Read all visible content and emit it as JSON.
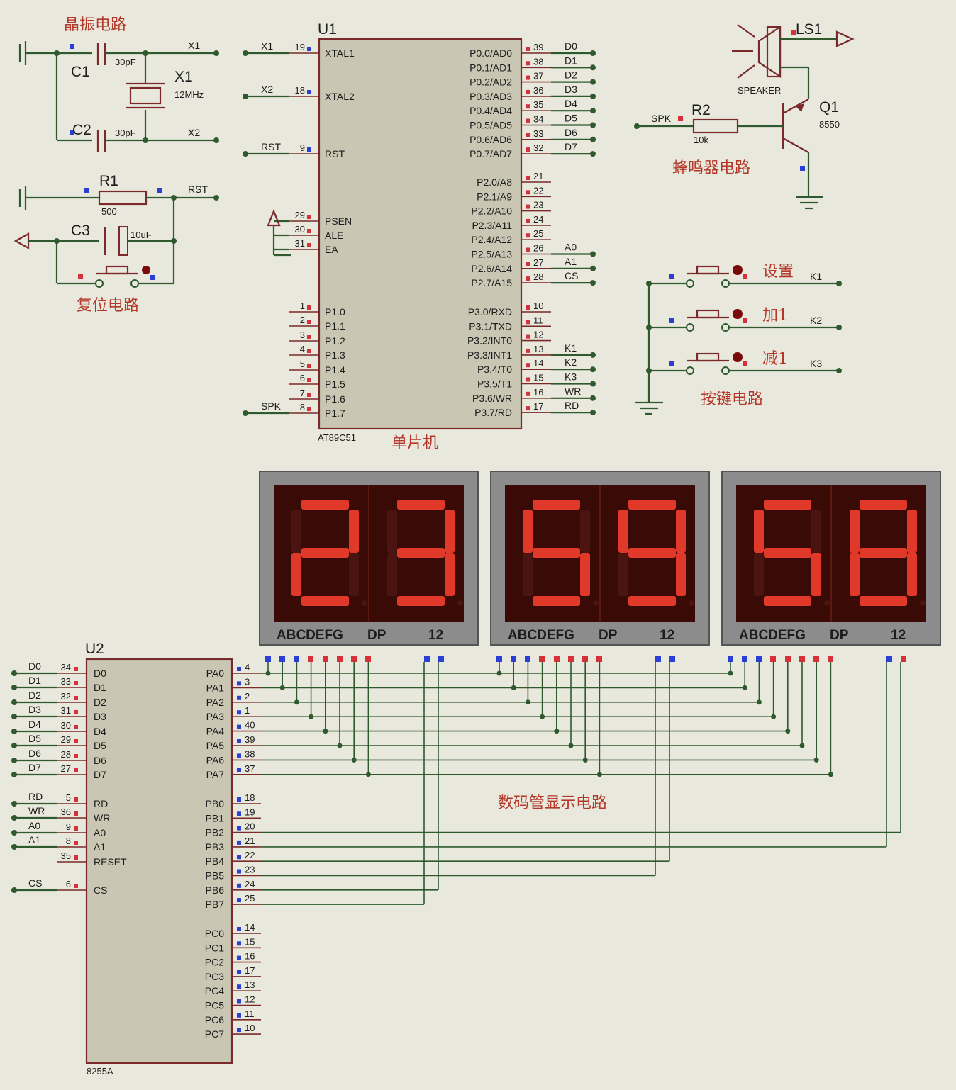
{
  "section_labels": {
    "crystal": "晶振电路",
    "reset": "复位电路",
    "mcu": "单片机",
    "buzzer": "蜂鸣器电路",
    "keys": "按键电路",
    "display": "数码管显示电路"
  },
  "crystal": {
    "c1": {
      "name": "C1",
      "value": "30pF"
    },
    "c2": {
      "name": "C2",
      "value": "30pF"
    },
    "x1": {
      "name": "X1",
      "value": "12MHz"
    },
    "net_top": "X1",
    "net_bottom": "X2"
  },
  "reset": {
    "r1": {
      "name": "R1",
      "value": "500"
    },
    "c3": {
      "name": "C3",
      "value": "10uF"
    },
    "net": "RST"
  },
  "u1": {
    "ref": "U1",
    "part": "AT89C51",
    "left_pins": [
      {
        "num": "19",
        "name": "XTAL1",
        "net": "X1"
      },
      {
        "num": "18",
        "name": "XTAL2",
        "net": "X2"
      },
      {
        "num": "9",
        "name": "RST",
        "net": "RST"
      },
      {
        "num": "29",
        "name": "PSEN",
        "net": ""
      },
      {
        "num": "30",
        "name": "ALE",
        "net": ""
      },
      {
        "num": "31",
        "name": "EA",
        "net": ""
      },
      {
        "num": "1",
        "name": "P1.0",
        "net": ""
      },
      {
        "num": "2",
        "name": "P1.1",
        "net": ""
      },
      {
        "num": "3",
        "name": "P1.2",
        "net": ""
      },
      {
        "num": "4",
        "name": "P1.3",
        "net": ""
      },
      {
        "num": "5",
        "name": "P1.4",
        "net": ""
      },
      {
        "num": "6",
        "name": "P1.5",
        "net": ""
      },
      {
        "num": "7",
        "name": "P1.6",
        "net": ""
      },
      {
        "num": "8",
        "name": "P1.7",
        "net": "SPK"
      }
    ],
    "right_pins": [
      {
        "num": "39",
        "name": "P0.0/AD0",
        "net": "D0"
      },
      {
        "num": "38",
        "name": "P0.1/AD1",
        "net": "D1"
      },
      {
        "num": "37",
        "name": "P0.2/AD2",
        "net": "D2"
      },
      {
        "num": "36",
        "name": "P0.3/AD3",
        "net": "D3"
      },
      {
        "num": "35",
        "name": "P0.4/AD4",
        "net": "D4"
      },
      {
        "num": "34",
        "name": "P0.5/AD5",
        "net": "D5"
      },
      {
        "num": "33",
        "name": "P0.6/AD6",
        "net": "D6"
      },
      {
        "num": "32",
        "name": "P0.7/AD7",
        "net": "D7"
      },
      {
        "num": "21",
        "name": "P2.0/A8",
        "net": ""
      },
      {
        "num": "22",
        "name": "P2.1/A9",
        "net": ""
      },
      {
        "num": "23",
        "name": "P2.2/A10",
        "net": ""
      },
      {
        "num": "24",
        "name": "P2.3/A11",
        "net": ""
      },
      {
        "num": "25",
        "name": "P2.4/A12",
        "net": ""
      },
      {
        "num": "26",
        "name": "P2.5/A13",
        "net": "A0"
      },
      {
        "num": "27",
        "name": "P2.6/A14",
        "net": "A1"
      },
      {
        "num": "28",
        "name": "P2.7/A15",
        "net": "CS"
      },
      {
        "num": "10",
        "name": "P3.0/RXD",
        "net": ""
      },
      {
        "num": "11",
        "name": "P3.1/TXD",
        "net": ""
      },
      {
        "num": "12",
        "name": "P3.2/INT0",
        "net": ""
      },
      {
        "num": "13",
        "name": "P3.3/INT1",
        "net": "K1"
      },
      {
        "num": "14",
        "name": "P3.4/T0",
        "net": "K2"
      },
      {
        "num": "15",
        "name": "P3.5/T1",
        "net": "K3"
      },
      {
        "num": "16",
        "name": "P3.6/WR",
        "net": "WR"
      },
      {
        "num": "17",
        "name": "P3.7/RD",
        "net": "RD"
      }
    ]
  },
  "buzzer": {
    "ls1": {
      "name": "LS1",
      "value": "SPEAKER"
    },
    "r2": {
      "name": "R2",
      "value": "10k"
    },
    "q1": {
      "name": "Q1",
      "value": "8550"
    },
    "net": "SPK"
  },
  "keys": [
    {
      "label": "设置",
      "net": "K1"
    },
    {
      "label": "加1",
      "net": "K2"
    },
    {
      "label": "减1",
      "net": "K3"
    }
  ],
  "displays": [
    {
      "digits": [
        "2",
        "3"
      ],
      "segment_label": "ABCDEFG",
      "dp_label": "DP",
      "common_label": "12"
    },
    {
      "digits": [
        "5",
        "9"
      ],
      "segment_label": "ABCDEFG",
      "dp_label": "DP",
      "common_label": "12"
    },
    {
      "digits": [
        "5",
        "8"
      ],
      "segment_label": "ABCDEFG",
      "dp_label": "DP",
      "common_label": "12"
    }
  ],
  "u2": {
    "ref": "U2",
    "part": "8255A",
    "left_pins": [
      {
        "num": "34",
        "name": "D0",
        "net": "D0"
      },
      {
        "num": "33",
        "name": "D1",
        "net": "D1"
      },
      {
        "num": "32",
        "name": "D2",
        "net": "D2"
      },
      {
        "num": "31",
        "name": "D3",
        "net": "D3"
      },
      {
        "num": "30",
        "name": "D4",
        "net": "D4"
      },
      {
        "num": "29",
        "name": "D5",
        "net": "D5"
      },
      {
        "num": "28",
        "name": "D6",
        "net": "D6"
      },
      {
        "num": "27",
        "name": "D7",
        "net": "D7"
      },
      {
        "num": "5",
        "name": "RD",
        "net": "RD"
      },
      {
        "num": "36",
        "name": "WR",
        "net": "WR"
      },
      {
        "num": "9",
        "name": "A0",
        "net": "A0"
      },
      {
        "num": "8",
        "name": "A1",
        "net": "A1"
      },
      {
        "num": "35",
        "name": "RESET",
        "net": ""
      },
      {
        "num": "6",
        "name": "CS",
        "net": "CS"
      }
    ],
    "right_pins": [
      {
        "num": "4",
        "name": "PA0"
      },
      {
        "num": "3",
        "name": "PA1"
      },
      {
        "num": "2",
        "name": "PA2"
      },
      {
        "num": "1",
        "name": "PA3"
      },
      {
        "num": "40",
        "name": "PA4"
      },
      {
        "num": "39",
        "name": "PA5"
      },
      {
        "num": "38",
        "name": "PA6"
      },
      {
        "num": "37",
        "name": "PA7"
      },
      {
        "num": "18",
        "name": "PB0"
      },
      {
        "num": "19",
        "name": "PB1"
      },
      {
        "num": "20",
        "name": "PB2"
      },
      {
        "num": "21",
        "name": "PB3"
      },
      {
        "num": "22",
        "name": "PB4"
      },
      {
        "num": "23",
        "name": "PB5"
      },
      {
        "num": "24",
        "name": "PB6"
      },
      {
        "num": "25",
        "name": "PB7"
      },
      {
        "num": "14",
        "name": "PC0"
      },
      {
        "num": "15",
        "name": "PC1"
      },
      {
        "num": "16",
        "name": "PC2"
      },
      {
        "num": "17",
        "name": "PC3"
      },
      {
        "num": "13",
        "name": "PC4"
      },
      {
        "num": "12",
        "name": "PC5"
      },
      {
        "num": "11",
        "name": "PC6"
      },
      {
        "num": "10",
        "name": "PC7"
      }
    ]
  },
  "colors": {
    "background": "#e9e8dc",
    "wire": "#2f5a2f",
    "component_outline": "#7a2a2a",
    "chip_fill": "#c9c6b4",
    "title_red": "#b3382a",
    "segment_on": "#e0392a",
    "segment_off": "#4a1410",
    "display_bg": "#3a0a06",
    "display_frame": "#8c8c8c",
    "pin_marker_blue": "#2b3fd6",
    "pin_marker_red": "#d6313a"
  }
}
